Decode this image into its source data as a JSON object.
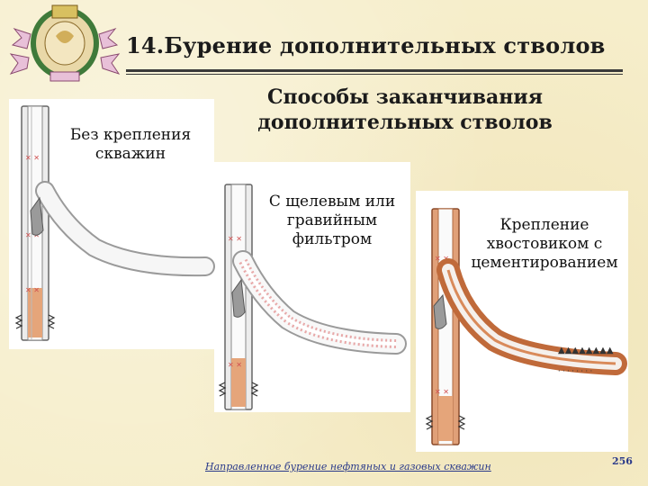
{
  "slide": {
    "title": "14.Бурение дополнительных стволов",
    "subtitle_line1": "Способы заканчивания",
    "subtitle_line2": "дополнительных стволов",
    "methods": [
      {
        "line1": "Без крепления",
        "line2": "скважин"
      },
      {
        "line1": "С щелевым или",
        "line2": "гравийным",
        "line3": "фильтром"
      },
      {
        "line1": "Крепление",
        "line2": "хвостовиком с",
        "line3": "цементированием"
      }
    ],
    "footer": "Направленное бурение нефтяных и газовых скважин",
    "page_number": "256"
  },
  "colors": {
    "accent": "#2a3a8a",
    "cement": "#d99d74",
    "liner": "#c06a3a"
  }
}
